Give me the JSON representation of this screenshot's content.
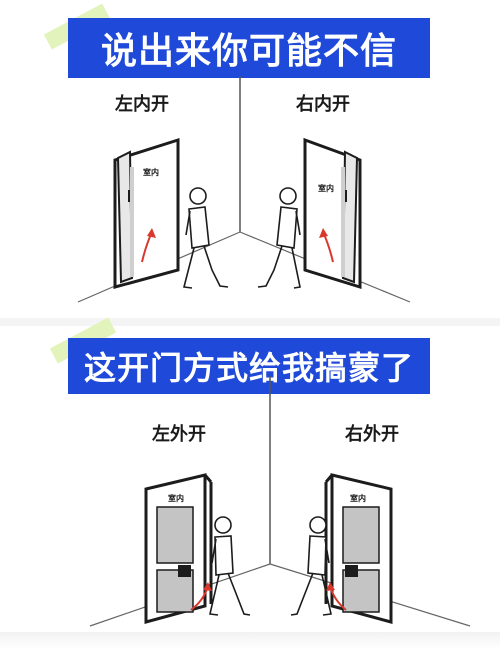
{
  "top_panel": {
    "banner": "说出来你可能不信",
    "left_door": {
      "label": "左内开",
      "room_tag": "室内"
    },
    "right_door": {
      "label": "右内开",
      "room_tag": "室内"
    }
  },
  "bottom_panel": {
    "banner": "这开门方式给我搞蒙了",
    "left_door": {
      "label": "左外开",
      "room_tag": "室内"
    },
    "right_door": {
      "label": "右外开",
      "room_tag": "室内"
    }
  },
  "colors": {
    "banner_blue": "#1f49d8",
    "tape_green": "#dff3b6",
    "arrow_red": "#d9382c",
    "door_dark": "#1c1c1c",
    "door_panel_grey": "#bdbdbd"
  }
}
